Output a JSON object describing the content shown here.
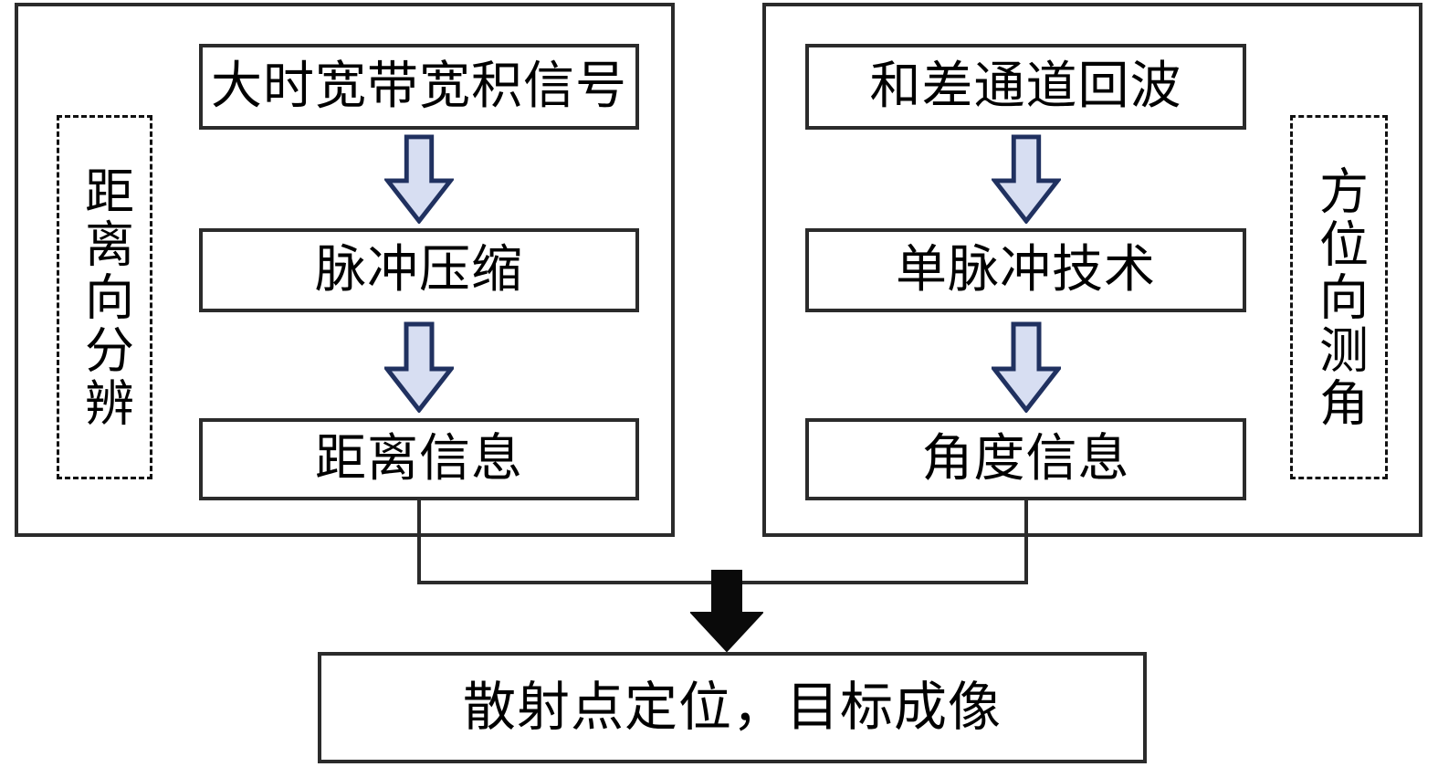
{
  "panels": {
    "left": {
      "side_label": "距离向分辨",
      "nodes": [
        "大时宽带宽积信号",
        "脉冲压缩",
        "距离信息"
      ]
    },
    "right": {
      "side_label": "方位向测角",
      "nodes": [
        "和差通道回波",
        "单脉冲技术",
        "角度信息"
      ]
    }
  },
  "result": {
    "label": "散射点定位，目标成像"
  },
  "icons": {
    "flow_arrow": "down-arrow",
    "merge_arrow": "merge-down-arrow"
  },
  "colors": {
    "box_border": "#2b2b2b",
    "dashed_border": "#111111",
    "flow_arrow_fill": "#d7def2",
    "flow_arrow_stroke": "#203160",
    "merge_arrow_fill": "#0a0a0a",
    "background": "#ffffff",
    "text": "#000000"
  }
}
